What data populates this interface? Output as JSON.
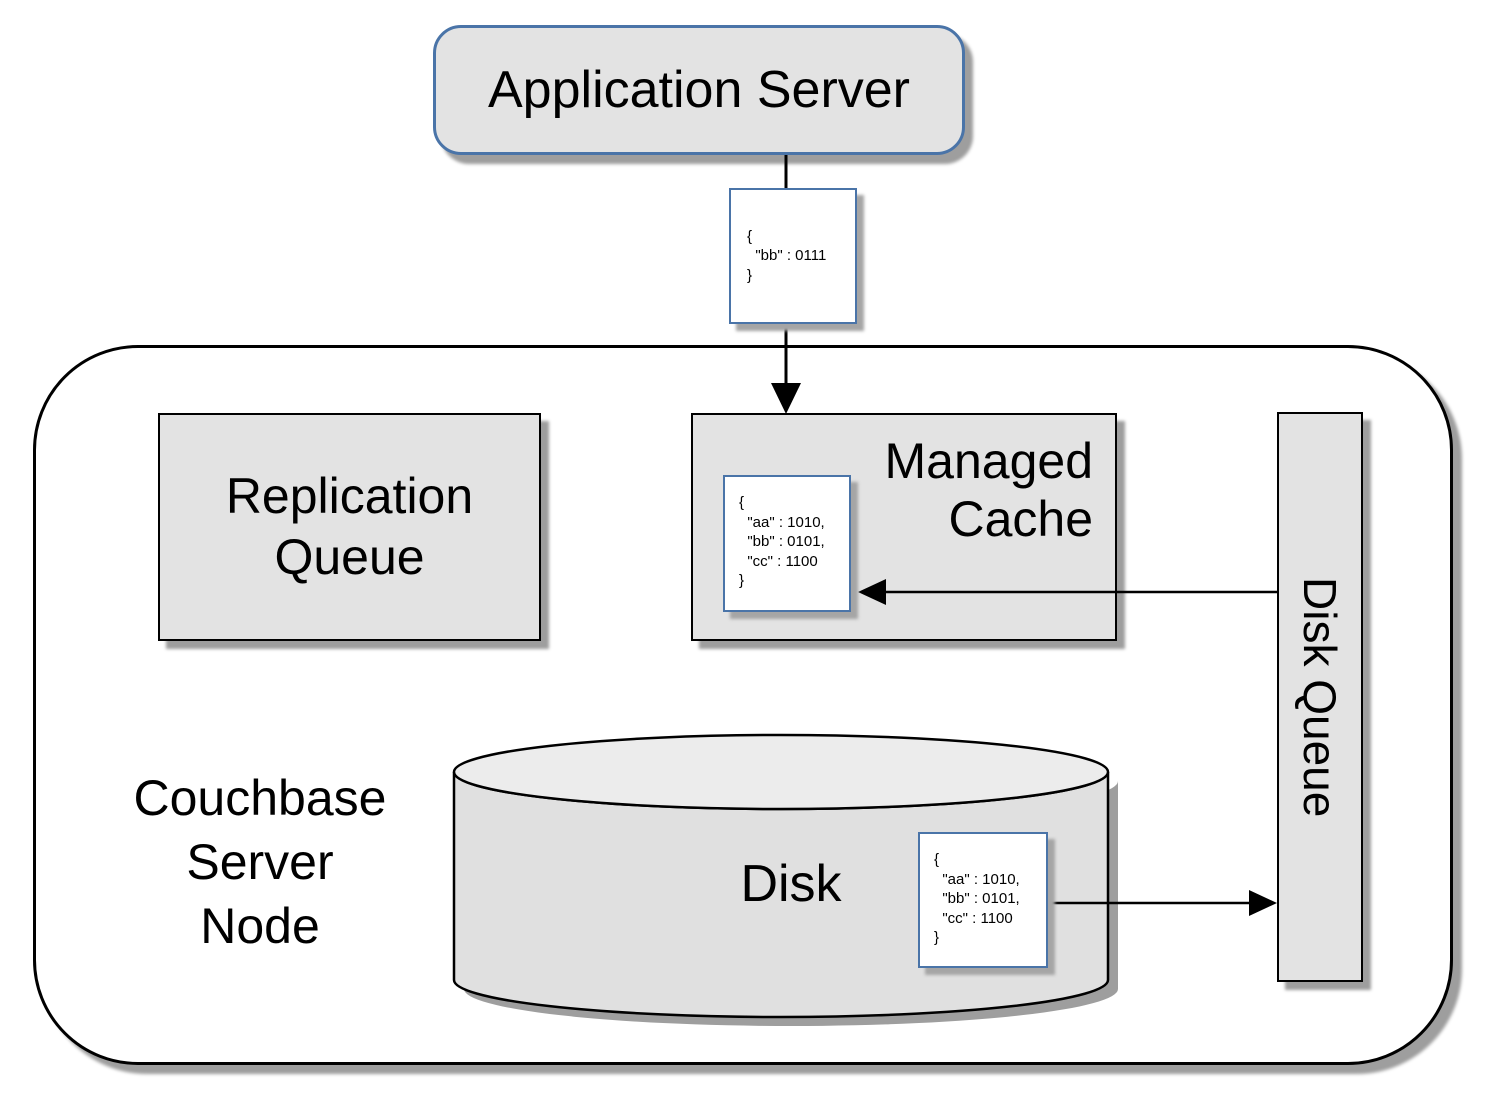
{
  "app_server": {
    "label": "Application Server"
  },
  "request_doc": {
    "line1": "{",
    "line2": "  \"bb\" : 0111",
    "line3": "}"
  },
  "server_node": {
    "label_line1": "Couchbase",
    "label_line2": "Server",
    "label_line3": "Node"
  },
  "replication_queue": {
    "label_line1": "Replication",
    "label_line2": "Queue"
  },
  "managed_cache": {
    "label_line1": "Managed",
    "label_line2": "Cache"
  },
  "cache_doc": {
    "line1": "{",
    "line2": "  \"aa\" : 1010,",
    "line3": "  \"bb\" : 0101,",
    "line4": "  \"cc\" : 1100",
    "line5": "}"
  },
  "disk_queue": {
    "label": "Disk Queue"
  },
  "disk": {
    "label": "Disk"
  },
  "disk_doc": {
    "line1": "{",
    "line2": "  \"aa\" : 1010,",
    "line3": "  \"bb\" : 0101,",
    "line4": "  \"cc\" : 1100",
    "line5": "}"
  },
  "colors": {
    "box_fill": "#e3e3e3",
    "box_border": "#000000",
    "doc_border": "#4a74a8",
    "doc_fill": "#ffffff",
    "cylinder_body_fill": "#e0e0e0",
    "cylinder_top_fill": "#ececec",
    "shadow": "#9e9e9e",
    "arrow": "#000000",
    "background": "#ffffff"
  }
}
